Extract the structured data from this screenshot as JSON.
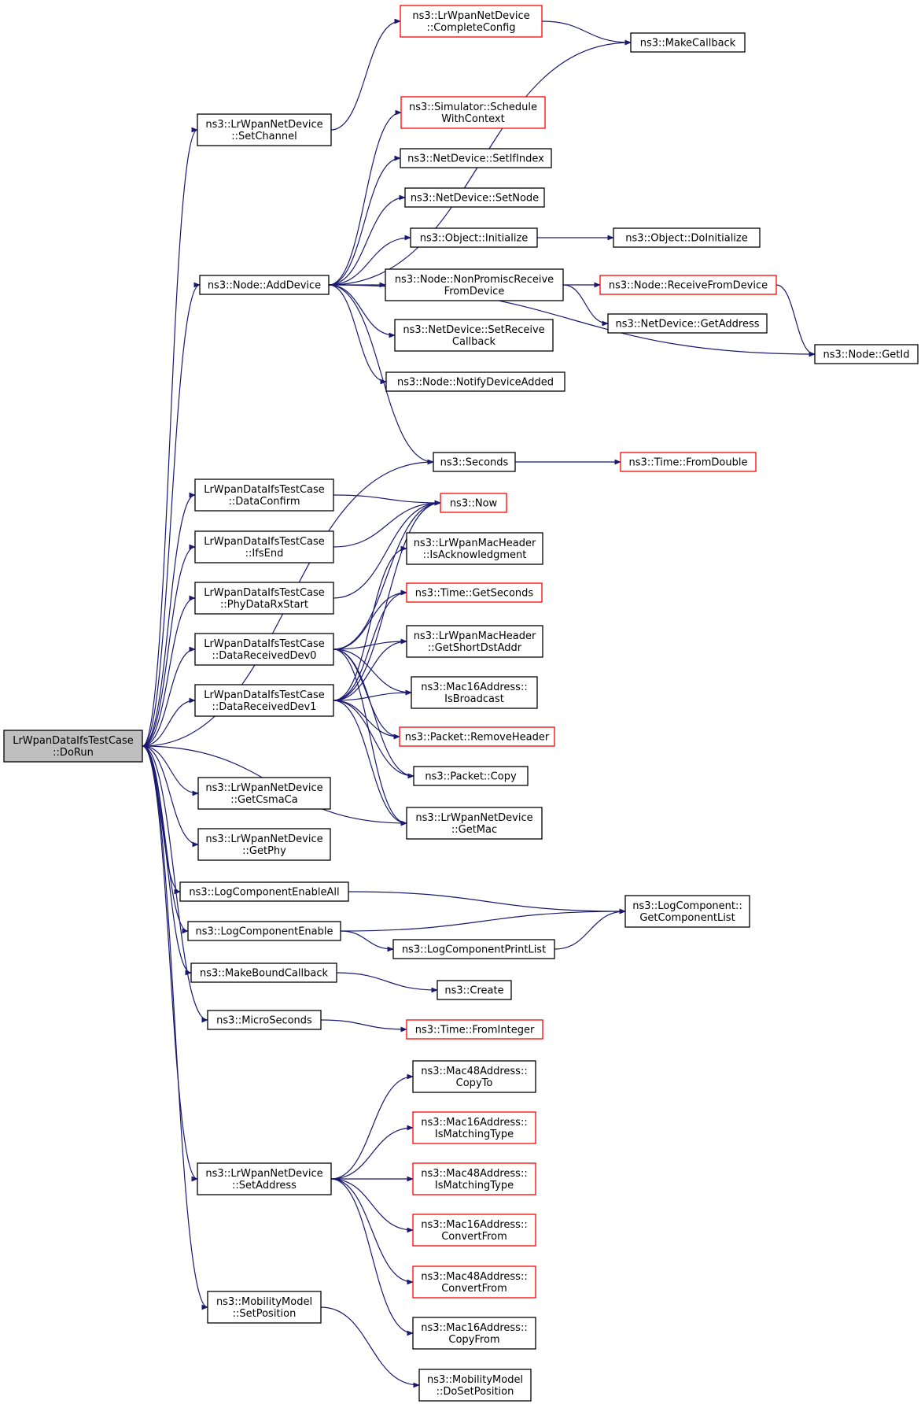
{
  "colors": {
    "edge": "#191970",
    "root_fill": "#bfbfbf",
    "red_border": "#ff0000",
    "normal_border": "#000000"
  },
  "nodes": [
    {
      "id": "root",
      "lines": [
        "LrWpanDataIfsTestCase",
        "::DoRun"
      ],
      "style": "root"
    },
    {
      "id": "setchannel",
      "lines": [
        "ns3::LrWpanNetDevice",
        "::SetChannel"
      ],
      "style": "normal"
    },
    {
      "id": "completeconfig",
      "lines": [
        "ns3::LrWpanNetDevice",
        "::CompleteConfig"
      ],
      "style": "red"
    },
    {
      "id": "makecallback",
      "lines": [
        "ns3::MakeCallback"
      ],
      "style": "normal"
    },
    {
      "id": "adddevice",
      "lines": [
        "ns3::Node::AddDevice"
      ],
      "style": "normal"
    },
    {
      "id": "schedule",
      "lines": [
        "ns3::Simulator::Schedule",
        "WithContext"
      ],
      "style": "red"
    },
    {
      "id": "setifindex",
      "lines": [
        "ns3::NetDevice::SetIfIndex"
      ],
      "style": "normal"
    },
    {
      "id": "setnode",
      "lines": [
        "ns3::NetDevice::SetNode"
      ],
      "style": "normal"
    },
    {
      "id": "objinit",
      "lines": [
        "ns3::Object::Initialize"
      ],
      "style": "normal"
    },
    {
      "id": "doinit",
      "lines": [
        "ns3::Object::DoInitialize"
      ],
      "style": "normal"
    },
    {
      "id": "nonpromisc",
      "lines": [
        "ns3::Node::NonPromiscReceive",
        "FromDevice"
      ],
      "style": "normal"
    },
    {
      "id": "recvfromdev",
      "lines": [
        "ns3::Node::ReceiveFromDevice"
      ],
      "style": "red"
    },
    {
      "id": "getaddress",
      "lines": [
        "ns3::NetDevice::GetAddress"
      ],
      "style": "normal"
    },
    {
      "id": "getid",
      "lines": [
        "ns3::Node::GetId"
      ],
      "style": "normal"
    },
    {
      "id": "setrecvcb",
      "lines": [
        "ns3::NetDevice::SetReceive",
        "Callback"
      ],
      "style": "normal"
    },
    {
      "id": "notifyadded",
      "lines": [
        "ns3::Node::NotifyDeviceAdded"
      ],
      "style": "normal"
    },
    {
      "id": "seconds",
      "lines": [
        "ns3::Seconds"
      ],
      "style": "normal"
    },
    {
      "id": "fromdouble",
      "lines": [
        "ns3::Time::FromDouble"
      ],
      "style": "red"
    },
    {
      "id": "dataconfirm",
      "lines": [
        "LrWpanDataIfsTestCase",
        "::DataConfirm"
      ],
      "style": "normal"
    },
    {
      "id": "now",
      "lines": [
        "ns3::Now"
      ],
      "style": "red"
    },
    {
      "id": "ifsend",
      "lines": [
        "LrWpanDataIfsTestCase",
        "::IfsEnd"
      ],
      "style": "normal"
    },
    {
      "id": "isack",
      "lines": [
        "ns3::LrWpanMacHeader",
        "::IsAcknowledgment"
      ],
      "style": "normal"
    },
    {
      "id": "phydatarx",
      "lines": [
        "LrWpanDataIfsTestCase",
        "::PhyDataRxStart"
      ],
      "style": "normal"
    },
    {
      "id": "getseconds",
      "lines": [
        "ns3::Time::GetSeconds"
      ],
      "style": "red"
    },
    {
      "id": "datarecv0",
      "lines": [
        "LrWpanDataIfsTestCase",
        "::DataReceivedDev0"
      ],
      "style": "normal"
    },
    {
      "id": "getshortdst",
      "lines": [
        "ns3::LrWpanMacHeader",
        "::GetShortDstAddr"
      ],
      "style": "normal"
    },
    {
      "id": "isbroadcast",
      "lines": [
        "ns3::Mac16Address::",
        "IsBroadcast"
      ],
      "style": "normal"
    },
    {
      "id": "datarecv1",
      "lines": [
        "LrWpanDataIfsTestCase",
        "::DataReceivedDev1"
      ],
      "style": "normal"
    },
    {
      "id": "removeheader",
      "lines": [
        "ns3::Packet::RemoveHeader"
      ],
      "style": "red"
    },
    {
      "id": "packetcopy",
      "lines": [
        "ns3::Packet::Copy"
      ],
      "style": "normal"
    },
    {
      "id": "getmac",
      "lines": [
        "ns3::LrWpanNetDevice",
        "::GetMac"
      ],
      "style": "normal"
    },
    {
      "id": "getcsmaca",
      "lines": [
        "ns3::LrWpanNetDevice",
        "::GetCsmaCa"
      ],
      "style": "normal"
    },
    {
      "id": "getphy",
      "lines": [
        "ns3::LrWpanNetDevice",
        "::GetPhy"
      ],
      "style": "normal"
    },
    {
      "id": "logenableall",
      "lines": [
        "ns3::LogComponentEnableAll"
      ],
      "style": "normal"
    },
    {
      "id": "getcomplist",
      "lines": [
        "ns3::LogComponent::",
        "GetComponentList"
      ],
      "style": "normal"
    },
    {
      "id": "logenable",
      "lines": [
        "ns3::LogComponentEnable"
      ],
      "style": "normal"
    },
    {
      "id": "logprintlist",
      "lines": [
        "ns3::LogComponentPrintList"
      ],
      "style": "normal"
    },
    {
      "id": "makeboundcb",
      "lines": [
        "ns3::MakeBoundCallback"
      ],
      "style": "normal"
    },
    {
      "id": "create",
      "lines": [
        "ns3::Create"
      ],
      "style": "normal"
    },
    {
      "id": "microseconds",
      "lines": [
        "ns3::MicroSeconds"
      ],
      "style": "normal"
    },
    {
      "id": "frominteger",
      "lines": [
        "ns3::Time::FromInteger"
      ],
      "style": "red"
    },
    {
      "id": "copyto",
      "lines": [
        "ns3::Mac48Address::",
        "CopyTo"
      ],
      "style": "normal"
    },
    {
      "id": "m16match",
      "lines": [
        "ns3::Mac16Address::",
        "IsMatchingType"
      ],
      "style": "red"
    },
    {
      "id": "setaddress",
      "lines": [
        "ns3::LrWpanNetDevice",
        "::SetAddress"
      ],
      "style": "normal"
    },
    {
      "id": "m48match",
      "lines": [
        "ns3::Mac48Address::",
        "IsMatchingType"
      ],
      "style": "red"
    },
    {
      "id": "m16convert",
      "lines": [
        "ns3::Mac16Address::",
        "ConvertFrom"
      ],
      "style": "red"
    },
    {
      "id": "m48convert",
      "lines": [
        "ns3::Mac48Address::",
        "ConvertFrom"
      ],
      "style": "red"
    },
    {
      "id": "copyfrom",
      "lines": [
        "ns3::Mac16Address::",
        "CopyFrom"
      ],
      "style": "normal"
    },
    {
      "id": "setposition",
      "lines": [
        "ns3::MobilityModel",
        "::SetPosition"
      ],
      "style": "normal"
    },
    {
      "id": "dosetposition",
      "lines": [
        "ns3::MobilityModel",
        "::DoSetPosition"
      ],
      "style": "normal"
    }
  ],
  "edges": [
    [
      "root",
      "setchannel"
    ],
    [
      "root",
      "adddevice"
    ],
    [
      "root",
      "seconds"
    ],
    [
      "root",
      "dataconfirm"
    ],
    [
      "root",
      "ifsend"
    ],
    [
      "root",
      "phydatarx"
    ],
    [
      "root",
      "datarecv0"
    ],
    [
      "root",
      "datarecv1"
    ],
    [
      "root",
      "getmac"
    ],
    [
      "root",
      "getcsmaca"
    ],
    [
      "root",
      "getphy"
    ],
    [
      "root",
      "logenableall"
    ],
    [
      "root",
      "logenable"
    ],
    [
      "root",
      "makeboundcb"
    ],
    [
      "root",
      "microseconds"
    ],
    [
      "root",
      "setaddress"
    ],
    [
      "root",
      "setposition"
    ],
    [
      "setchannel",
      "completeconfig"
    ],
    [
      "completeconfig",
      "makecallback"
    ],
    [
      "adddevice",
      "makecallback"
    ],
    [
      "adddevice",
      "schedule"
    ],
    [
      "adddevice",
      "setifindex"
    ],
    [
      "adddevice",
      "setnode"
    ],
    [
      "adddevice",
      "objinit"
    ],
    [
      "adddevice",
      "nonpromisc"
    ],
    [
      "adddevice",
      "setrecvcb"
    ],
    [
      "adddevice",
      "notifyadded"
    ],
    [
      "adddevice",
      "getid"
    ],
    [
      "adddevice",
      "seconds"
    ],
    [
      "objinit",
      "doinit"
    ],
    [
      "nonpromisc",
      "recvfromdev"
    ],
    [
      "nonpromisc",
      "getaddress"
    ],
    [
      "recvfromdev",
      "getid"
    ],
    [
      "seconds",
      "fromdouble"
    ],
    [
      "dataconfirm",
      "now"
    ],
    [
      "ifsend",
      "now"
    ],
    [
      "phydatarx",
      "now"
    ],
    [
      "datarecv0",
      "now"
    ],
    [
      "datarecv0",
      "getseconds"
    ],
    [
      "datarecv0",
      "getshortdst"
    ],
    [
      "datarecv0",
      "isbroadcast"
    ],
    [
      "datarecv0",
      "removeheader"
    ],
    [
      "datarecv0",
      "packetcopy"
    ],
    [
      "datarecv0",
      "getmac"
    ],
    [
      "datarecv1",
      "now"
    ],
    [
      "datarecv1",
      "isack"
    ],
    [
      "datarecv1",
      "getseconds"
    ],
    [
      "datarecv1",
      "getshortdst"
    ],
    [
      "datarecv1",
      "isbroadcast"
    ],
    [
      "datarecv1",
      "removeheader"
    ],
    [
      "datarecv1",
      "packetcopy"
    ],
    [
      "datarecv1",
      "getmac"
    ],
    [
      "logenableall",
      "getcomplist"
    ],
    [
      "logenable",
      "getcomplist"
    ],
    [
      "logenable",
      "logprintlist"
    ],
    [
      "logprintlist",
      "getcomplist"
    ],
    [
      "makeboundcb",
      "create"
    ],
    [
      "microseconds",
      "frominteger"
    ],
    [
      "setaddress",
      "copyto"
    ],
    [
      "setaddress",
      "m16match"
    ],
    [
      "setaddress",
      "m48match"
    ],
    [
      "setaddress",
      "m16convert"
    ],
    [
      "setaddress",
      "m48convert"
    ],
    [
      "setaddress",
      "copyfrom"
    ],
    [
      "setposition",
      "dosetposition"
    ]
  ]
}
